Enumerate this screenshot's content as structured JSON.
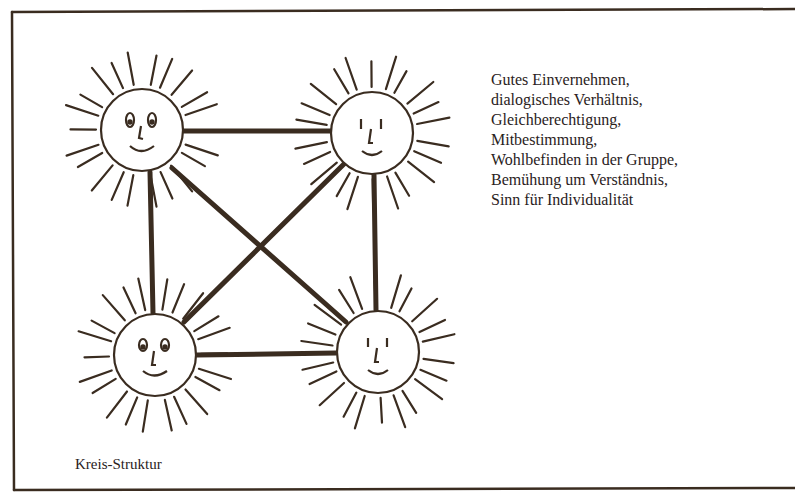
{
  "diagram": {
    "labels": [
      "Gutes Einvernehmen,",
      "dialogisches Verhältnis,",
      "Gleichberechtigung,",
      "Mitbestimmung,",
      "Wohlbefinden in der Gruppe,",
      "Bemühung um Verständnis,",
      "Sinn für Individualität",
      "Kreis-Struktur"
    ]
  }
}
